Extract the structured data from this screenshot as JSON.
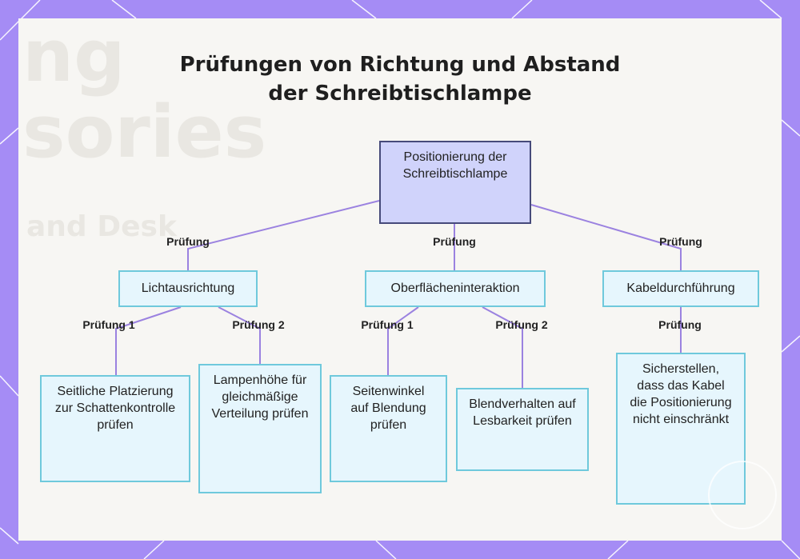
{
  "title": {
    "line1": "Prüfungen von Richtung und Abstand",
    "line2": "der Schreibtischlampe"
  },
  "root": {
    "text": "Positionierung der Schreibtischlampe"
  },
  "branches": [
    {
      "edge_label": "Prüfung",
      "text": "Lichtausrichtung",
      "children": [
        {
          "edge_label": "Prüfung 1",
          "text": "Seitliche Platzierung zur Schattenkontrolle prüfen"
        },
        {
          "edge_label": "Prüfung 2",
          "text": "Lampenhöhe für gleichmäßige Verteilung prüfen"
        }
      ]
    },
    {
      "edge_label": "Prüfung",
      "text": "Oberflächeninteraktion",
      "children": [
        {
          "edge_label": "Prüfung 1",
          "text": "Seitenwinkel auf Blendung prüfen"
        },
        {
          "edge_label": "Prüfung 2",
          "text": "Blendverhalten auf Lesbarkeit prüfen"
        }
      ]
    },
    {
      "edge_label": "Prüfung",
      "text": "Kabeldurchführung",
      "children": [
        {
          "edge_label": "Prüfung",
          "text": "Sicherstellen, dass das Kabel die Positionierung nicht einschränkt"
        }
      ]
    }
  ],
  "background_text": [
    "ng",
    "sories",
    "and Desk"
  ],
  "colors": {
    "frame": "#a58cf5",
    "root_fill": "#d0d3fb",
    "root_border": "#464a7a",
    "node_fill": "#e6f6fd",
    "node_border": "#6fc9dc",
    "connector": "#9b82e0"
  }
}
